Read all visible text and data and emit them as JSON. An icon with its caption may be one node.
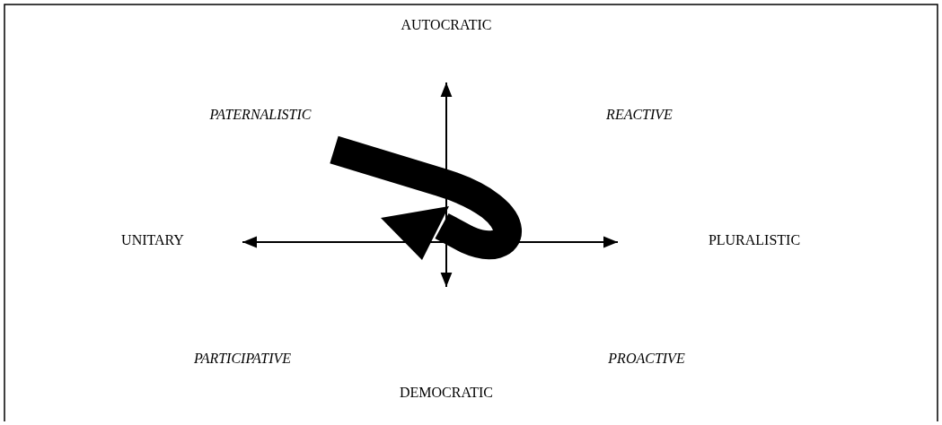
{
  "diagram": {
    "labels": [
      "AUTOCRATIC",
      "PATERNALISTIC",
      "REACTIVE",
      "UNITARY",
      "PLURALISTIC",
      "PARTICIPATIVE",
      "PROACTIVE",
      "DEMOCRATIC"
    ]
  }
}
